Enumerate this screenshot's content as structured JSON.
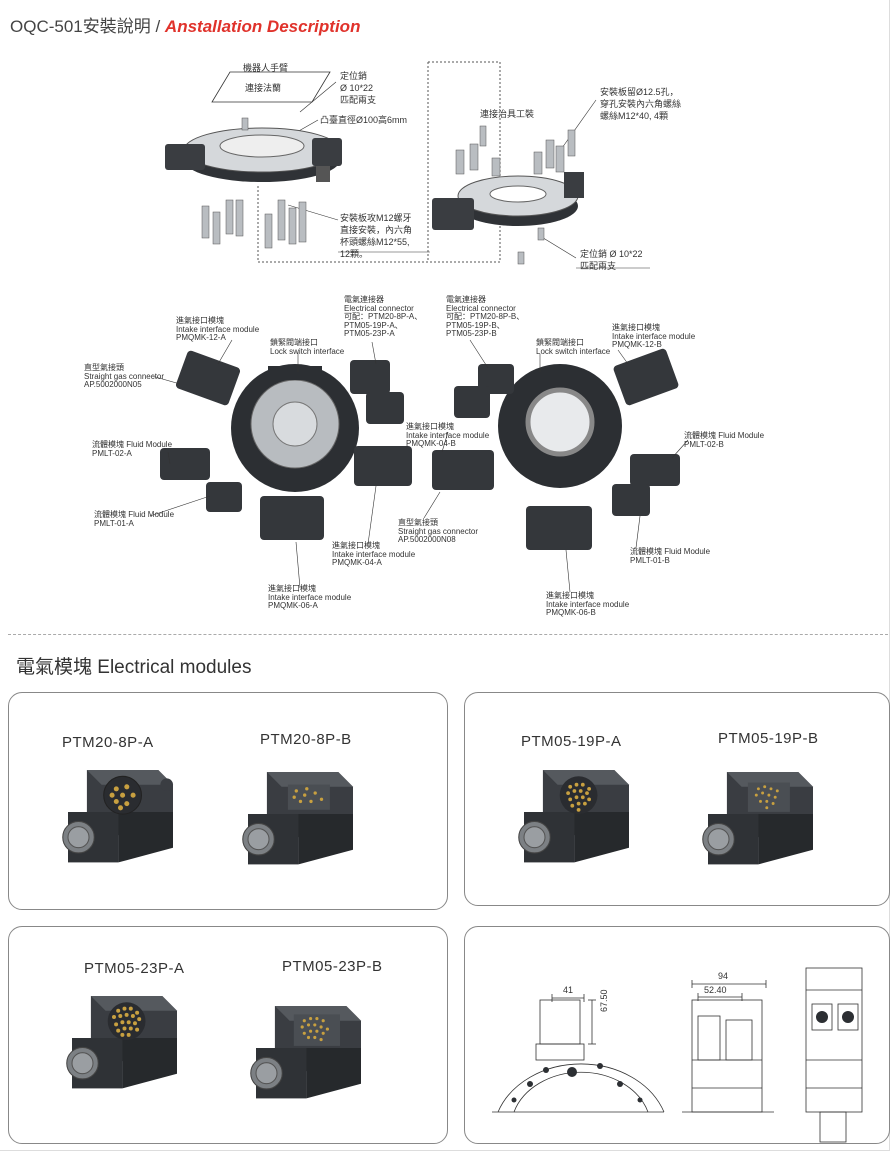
{
  "page": {
    "title_cn": "OQC-501安裝說明 / ",
    "title_en": "Anstallation Description"
  },
  "install": {
    "robot_arm": "機器人手臂",
    "flange": "連接法蘭",
    "pin_top_left": [
      "定位銷",
      "Ø 10*22",
      "匹配兩支"
    ],
    "boss": "凸臺直徑Ø100高6mm",
    "bolt_left": [
      "安裝板攻M12螺牙",
      "直接安裝，內六角",
      "杯頭螺絲M12*55,",
      "12顆。"
    ],
    "tool": "連接治具工裝",
    "bolt_right": [
      "安裝板留Ø12.5孔，",
      "穿孔安裝內六角螺絲",
      "螺絲M12*40, 4顆"
    ],
    "pin_bottom_right": [
      "定位銷 Ø 10*22",
      "匹配兩支"
    ]
  },
  "explode": {
    "labels": {
      "intake12a": [
        "進氣接口模塊",
        "Intake interface module",
        "PMQMK-12-A"
      ],
      "straight_a": [
        "直型氣接頭",
        "Straight gas connector",
        "AP.5002000N05"
      ],
      "lock_a": [
        "鎖緊閥端接口",
        "Lock switch interface"
      ],
      "elec_a": [
        "電氣連接器",
        "Electrical connector",
        "可配：PTM20-8P-A、",
        "PTM05-19P-A、",
        "PTM05-23P-A"
      ],
      "fluid02a": [
        "流體模塊 Fluid Module",
        "PMLT-02-A"
      ],
      "fluid01a": [
        "流體模塊 Fluid Module",
        "PMLT-01-A"
      ],
      "intake04a": [
        "進氣接口模塊",
        "Intake interface module",
        "PMQMK-04-A"
      ],
      "intake06a": [
        "進氣接口模塊",
        "Intake interface module",
        "PMQMK-06-A"
      ],
      "elec_b": [
        "電氣連接器",
        "Electrical connector",
        "可配：PTM20-8P-B、",
        "PTM05-19P-B、",
        "PTM05-23P-B"
      ],
      "lock_b": [
        "鎖緊閥端接口",
        "Lock switch interface"
      ],
      "intake12b": [
        "進氣接口模塊",
        "Intake interface module",
        "PMQMK-12-B"
      ],
      "intake04b": [
        "進氣接口模塊",
        "Intake interface module",
        "PMQMK-04-B"
      ],
      "straight_b": [
        "直型氣接頭",
        "Straight gas connector",
        "AP.5002000N08"
      ],
      "fluid02b": [
        "流體模塊 Fluid Module",
        "PMLT-02-B"
      ],
      "fluid01b": [
        "流體模塊 Fluid Module",
        "PMLT-01-B"
      ],
      "intake06b": [
        "進氣接口模塊",
        "Intake interface module",
        "PMQMK-06-B"
      ]
    }
  },
  "electrical": {
    "section_title": "電氣模塊 Electrical modules",
    "modules": [
      {
        "name": "PTM20-8P-A"
      },
      {
        "name": "PTM20-8P-B"
      },
      {
        "name": "PTM05-19P-A"
      },
      {
        "name": "PTM05-19P-B"
      },
      {
        "name": "PTM05-23P-A"
      },
      {
        "name": "PTM05-23P-B"
      }
    ],
    "dims": {
      "d41": "41",
      "d67": "67.50",
      "d94": "94",
      "d52": "52.40"
    }
  },
  "colors": {
    "accent": "#e0322b",
    "dark": "#2c2f33",
    "metal": "#c8ccd0",
    "gold": "#c8a040",
    "orange": "#e07a20"
  }
}
